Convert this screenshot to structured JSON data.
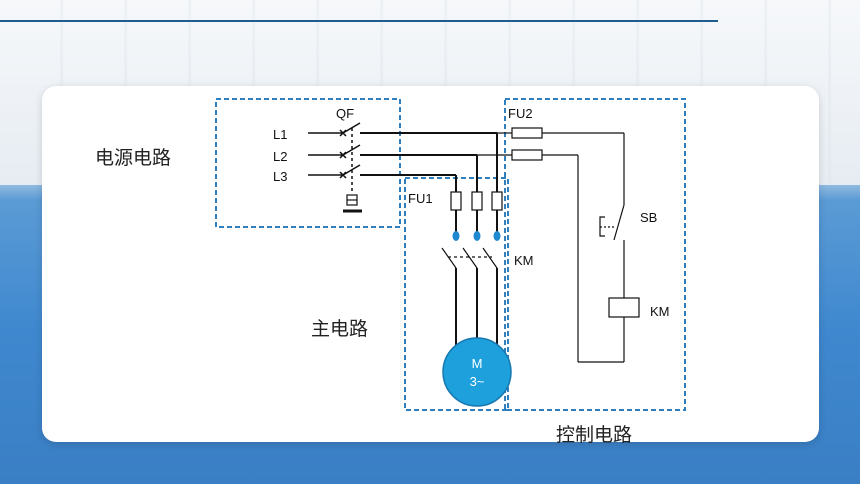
{
  "labels": {
    "power_circuit": "电源电路",
    "main_circuit": "主电路",
    "control_circuit": "控制电路"
  },
  "components": {
    "qf": "QF",
    "l1": "L1",
    "l2": "L2",
    "l3": "L3",
    "fu1": "FU1",
    "fu2": "FU2",
    "km_contact": "KM",
    "km_coil": "KM",
    "sb": "SB",
    "motor_line1": "M",
    "motor_line2": "3~"
  },
  "colors": {
    "dashed_box": "#2e7fc0",
    "motor_fill": "#1ea0dc",
    "contact_blue": "#1e88d0",
    "wire": "#111111"
  }
}
